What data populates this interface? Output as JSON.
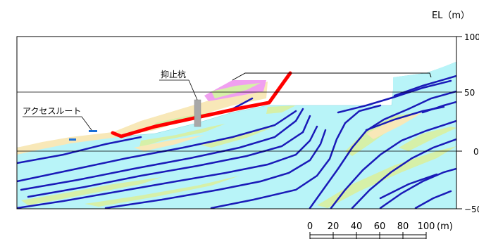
{
  "axis": {
    "unit_label": "EL（m）",
    "ticks": [
      "100",
      "50",
      "0",
      "−50"
    ]
  },
  "labels": {
    "pile": "抑止杭",
    "access_route": "アクセスルート"
  },
  "scale_bar": {
    "ticks": [
      "0",
      "20",
      "40",
      "60",
      "80",
      "100"
    ],
    "unit": "(m)"
  },
  "colors": {
    "bedrock": "#b8f4f8",
    "sediment": "#f8e8b8",
    "green_band": "#d6f0a8",
    "fault_line": "#1a1ab8",
    "slip_surface": "#ff0000",
    "fill_embankment": "#f0a0f0",
    "pile": "#a8a8a8",
    "access_route": "#1a6fd8"
  }
}
